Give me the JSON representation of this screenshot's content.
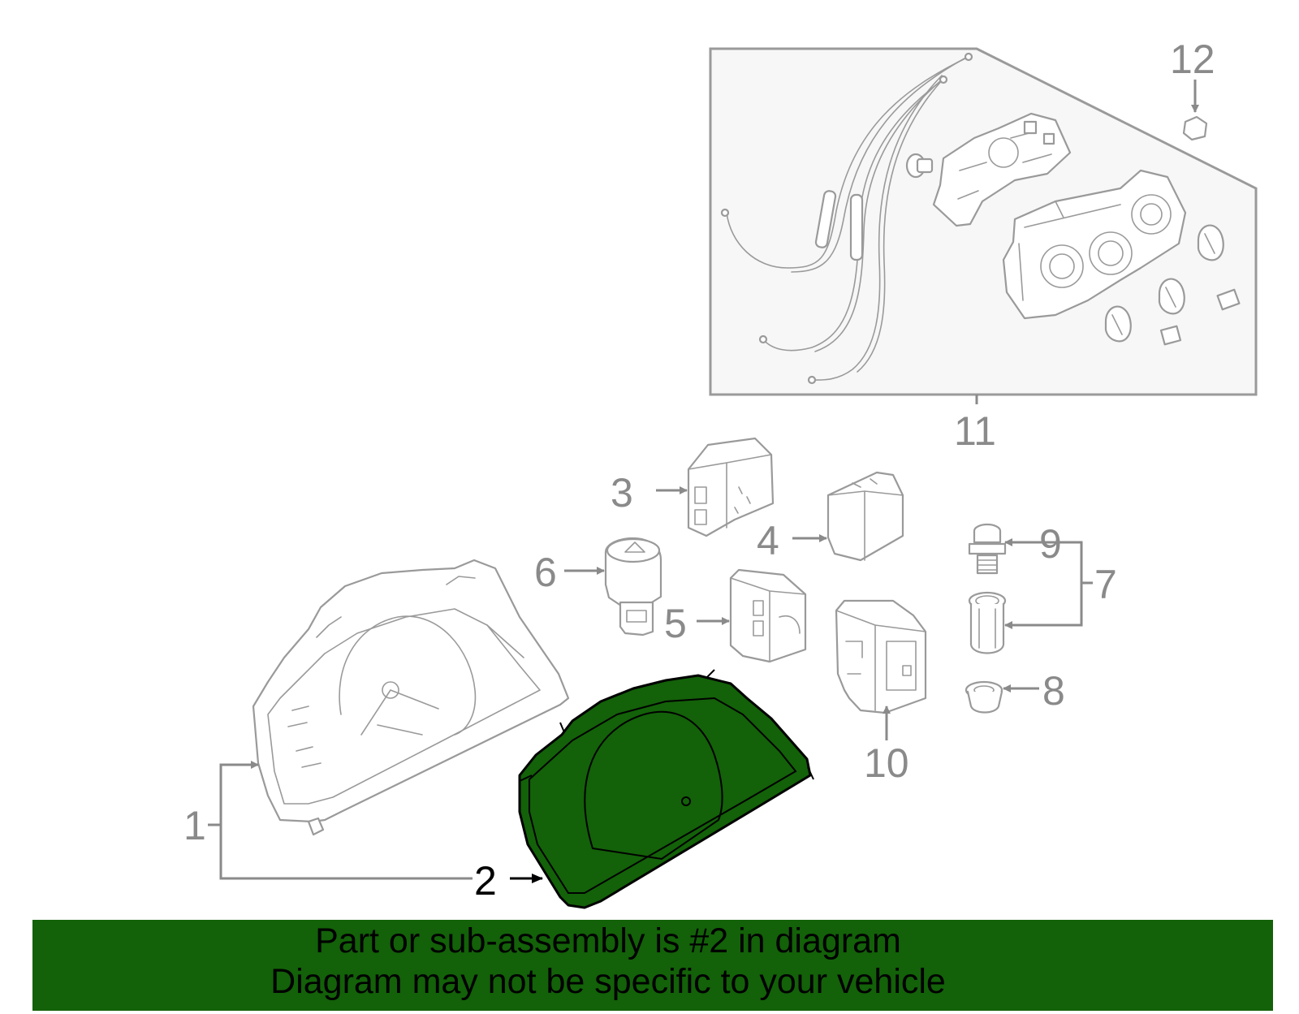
{
  "callouts": {
    "c1": "1",
    "c2": "2",
    "c3": "3",
    "c4": "4",
    "c5": "5",
    "c6": "6",
    "c7": "7",
    "c8": "8",
    "c9": "9",
    "c10": "10",
    "c11": "11",
    "c12": "12"
  },
  "highlighted_part": "2",
  "colors": {
    "highlight": "#136109",
    "banner": "#136109",
    "line": "#9a9a9a",
    "inset_bg": "#f7f7f7"
  },
  "banner": {
    "line1": "Part or sub-assembly is #2 in diagram",
    "line2": "Diagram may not be specific to your vehicle"
  }
}
